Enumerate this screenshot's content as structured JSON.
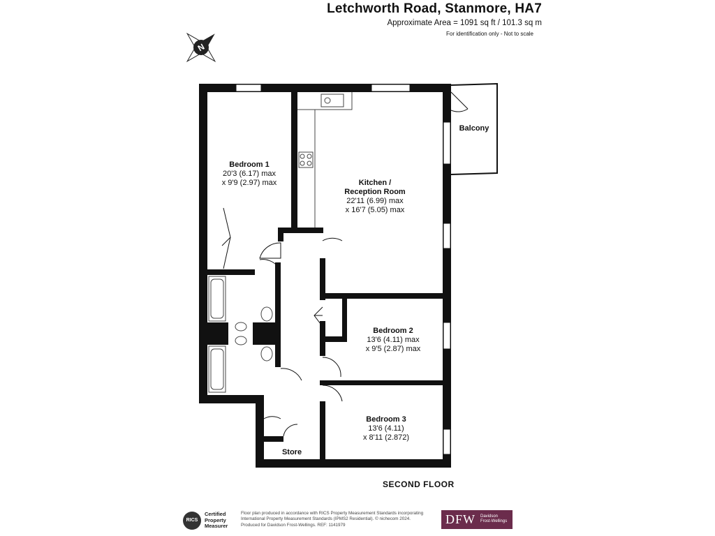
{
  "header": {
    "title": "Letchworth Road, Stanmore, HA7",
    "area": "Approximate Area = 1091 sq ft / 101.3 sq m",
    "note": "For identification only - Not to scale"
  },
  "compass": {
    "letter": "N"
  },
  "rooms": {
    "bedroom1": {
      "name": "Bedroom 1",
      "dim1": "20'3 (6.17) max",
      "dim2": "x 9'9 (2.97) max"
    },
    "kitchen": {
      "name1": "Kitchen /",
      "name2": "Reception Room",
      "dim1": "22'11 (6.99) max",
      "dim2": "x 16'7 (5.05) max"
    },
    "balcony": {
      "name": "Balcony"
    },
    "bedroom2": {
      "name": "Bedroom 2",
      "dim1": "13'6 (4.11) max",
      "dim2": "x 9'5 (2.87) max"
    },
    "bedroom3": {
      "name": "Bedroom 3",
      "dim1": "13'6 (4.11)",
      "dim2": "x 8'11 (2.872)"
    },
    "store": {
      "name": "Store"
    }
  },
  "floor_label": "SECOND FLOOR",
  "footer": {
    "rics_badge": "RICS",
    "rics_line1": "Certified",
    "rics_line2": "Property",
    "rics_line3": "Measurer",
    "line1": "Floor plan produced in accordance with RICS Property Measurement Standards incorporating",
    "line2": "International Property Measurement Standards (IPMS2 Residential). © nichecom 2024.",
    "line3": "Produced for Davidson Frost-Wellings.   REF: 1141979",
    "agent_mark": "DFW",
    "agent_name1": "Davidson",
    "agent_name2": "Frost-Wellings"
  },
  "colors": {
    "wall": "#111111",
    "agent": "#6b2c4c",
    "fixture": "#444444"
  }
}
